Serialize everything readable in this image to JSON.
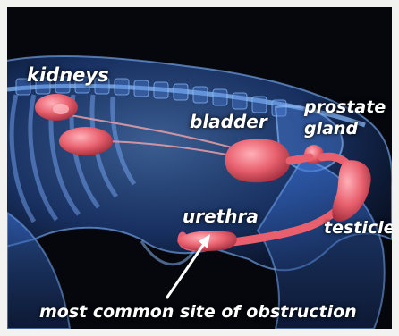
{
  "labels": {
    "kidneys": "kidneys",
    "bladder": "bladder",
    "prostate": "prostate gland",
    "urethra": "urethra",
    "testicles": "testicles",
    "site": "most common site of obstruction"
  },
  "colors": {
    "background": "#05070c",
    "body_glow": "#3f7fe0",
    "organ": "#e8606e",
    "label": "#ffffff"
  }
}
